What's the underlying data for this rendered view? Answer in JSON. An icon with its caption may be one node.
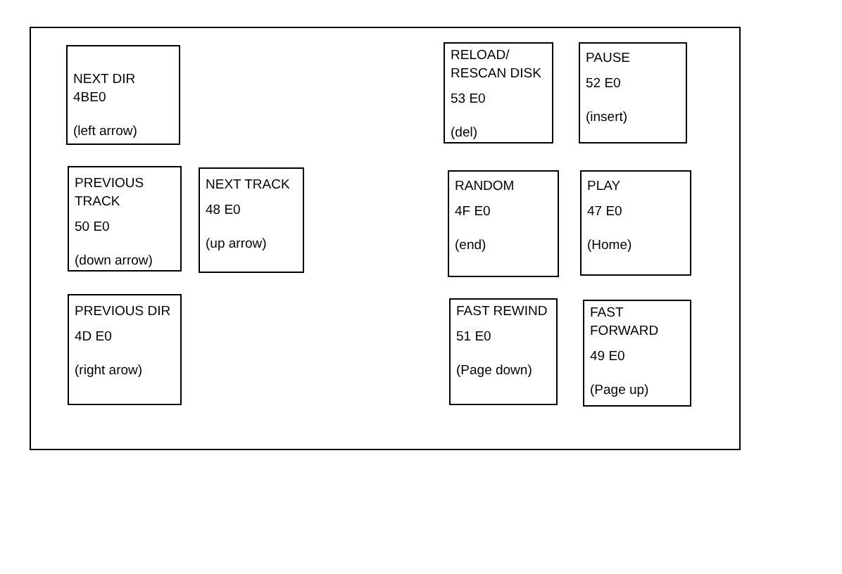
{
  "diagram": {
    "nodes": [
      {
        "text": [],
        "shape": "box"
      },
      {
        "text": [
          "NEXT DIR",
          "4BE0",
          "(left arrow)"
        ],
        "in": 0
      },
      {
        "text": [
          "PREVIOUS TRACK",
          "50 E0",
          "(down arrow)"
        ],
        "in": 0
      },
      {
        "text": [
          "NEXT TRACK",
          "48 E0",
          "(up arrow)"
        ],
        "in": 0
      },
      {
        "text": [
          "PREVIOUS DIR",
          "4D E0",
          "(right arow)"
        ],
        "in": 0
      },
      {
        "text": [
          "RELOAD/ RESCAN DISK",
          "53 E0",
          "(del)"
        ],
        "in": 0
      },
      {
        "text": [
          "PAUSE",
          "52 E0",
          "(insert)"
        ],
        "in": 0
      },
      {
        "text": [
          "RANDOM",
          "4F E0",
          "(end)"
        ],
        "in": 0
      },
      {
        "text": [
          "PLAY",
          "47 E0",
          "(Home)"
        ],
        "in": 0
      },
      {
        "text": [
          "FAST REWIND",
          "51 E0",
          "(Page down)"
        ],
        "in": 0
      },
      {
        "text": [
          "FAST FORWARD",
          "49 E0",
          "(Page up)"
        ],
        "in": 0
      }
    ]
  }
}
